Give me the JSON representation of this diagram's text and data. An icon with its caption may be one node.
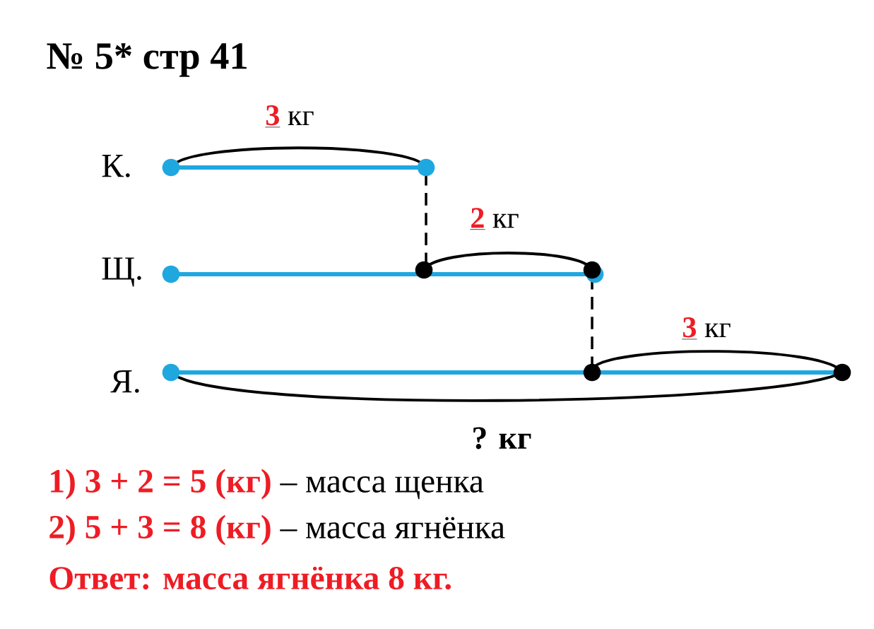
{
  "diagram": {
    "title": "№ 5* стр 41",
    "labels": [
      "**3** кг",
      "К.",
      "**2** кг",
      "Щ.",
      "**3** кг",
      "Я.",
      "? кг",
      "**1) 3 + 2 = 5 (кг)** – масса щенка",
      "**2) 5 + 3 = 8 (кг)** – масса ягнёнка",
      "Ответ: масса ягнёнка 8 кг."
    ]
  }
}
